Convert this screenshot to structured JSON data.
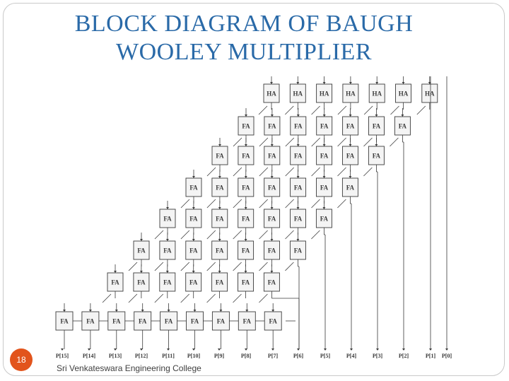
{
  "title": {
    "line1": "BLOCK DIAGRAM OF BAUGH",
    "line2": "WOOLEY MULTIPLIER"
  },
  "slide_number": "18",
  "footer": "Sri Venkateswara Engineering College",
  "colors": {
    "title": "#2a6aa8",
    "badge": "#e2541c",
    "diagram_ink": "#3a3a3a",
    "cell_fill": "#f4f4f4"
  },
  "diagram": {
    "half_adder_label": "HA",
    "full_adder_label": "FA",
    "ha_count": 7,
    "fa_diagonal_rows": 7,
    "product_outputs": [
      "P[15]",
      "P[14]",
      "P[13]",
      "P[12]",
      "P[11]",
      "P[10]",
      "P[9]",
      "P[8]",
      "P[7]",
      "P[6]",
      "P[5]",
      "P[4]",
      "P[3]",
      "P[2]",
      "P[1]",
      "P[0]"
    ]
  }
}
